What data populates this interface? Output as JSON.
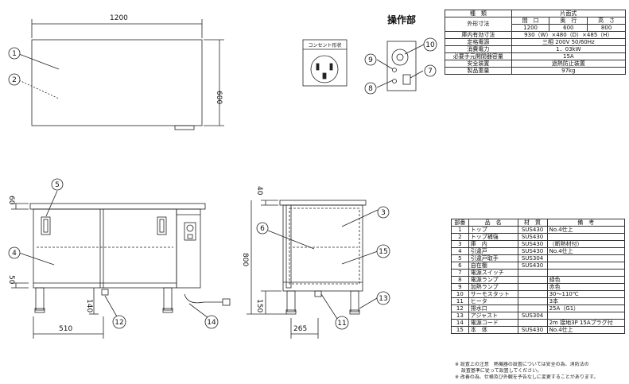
{
  "dimensions": {
    "top_width": "1200",
    "top_depth": "600",
    "front_h_top": "60",
    "front_h_bottom": "50",
    "front_leg_gap": "140",
    "front_width_part": "510",
    "side_h_top": "40",
    "side_total": "800",
    "side_leg_h": "150",
    "side_depth_part": "265"
  },
  "callouts": [
    "1",
    "2",
    "3",
    "4",
    "5",
    "6",
    "7",
    "8",
    "9",
    "10",
    "11",
    "12",
    "13",
    "14",
    "15"
  ],
  "operation_panel": {
    "title": "操作部",
    "outlet_label": "コンセント形状"
  },
  "spec_table": {
    "header_type": "種　類",
    "header_value": "片面式",
    "outer_dim_label": "外形寸法",
    "col_w": "間　口",
    "col_d": "奥　行",
    "col_h": "高　さ",
    "val_w": "1200",
    "val_d": "600",
    "val_h": "800",
    "rows": [
      {
        "label": "庫内有効寸法",
        "value": "930（W）×480（D）×485（H）"
      },
      {
        "label": "定格電源",
        "value": "三相 200V 50/60Hz"
      },
      {
        "label": "消費電力",
        "value": "1．03kW"
      },
      {
        "label": "必要手元開閉器容量",
        "value": "15A"
      },
      {
        "label": "安全装置",
        "value": "過熱防止装置"
      },
      {
        "label": "製品重量",
        "value": "97kg"
      }
    ]
  },
  "parts_table": {
    "headers": {
      "no": "部番",
      "name": "品　名",
      "material": "材　質",
      "note": "備　考"
    },
    "rows": [
      {
        "no": "1",
        "name": "トップ",
        "material": "SUS430",
        "note": "No.4仕上"
      },
      {
        "no": "2",
        "name": "トップ補強",
        "material": "SUS430",
        "note": ""
      },
      {
        "no": "3",
        "name": "庫　内",
        "material": "SUS430",
        "note": "（断熱材付）"
      },
      {
        "no": "4",
        "name": "引違戸",
        "material": "SUS430",
        "note": "No.4仕上"
      },
      {
        "no": "5",
        "name": "引違戸取手",
        "material": "SUS304",
        "note": ""
      },
      {
        "no": "6",
        "name": "自在棚",
        "material": "SUS430",
        "note": ""
      },
      {
        "no": "7",
        "name": "電源スイッチ",
        "material": "",
        "note": ""
      },
      {
        "no": "8",
        "name": "電源ランプ",
        "material": "",
        "note": "緑色"
      },
      {
        "no": "9",
        "name": "加熱ランプ",
        "material": "",
        "note": "赤色"
      },
      {
        "no": "10",
        "name": "サーモスタット",
        "material": "",
        "note": "30～110℃"
      },
      {
        "no": "11",
        "name": "ヒータ",
        "material": "",
        "note": "3本"
      },
      {
        "no": "12",
        "name": "排水口",
        "material": "",
        "note": "25A（G1）"
      },
      {
        "no": "13",
        "name": "アジャスト",
        "material": "SUS304",
        "note": ""
      },
      {
        "no": "14",
        "name": "電源コード",
        "material": "",
        "note": "2m 接地3P 15Aプラグ付"
      },
      {
        "no": "15",
        "name": "本　体",
        "material": "SUS430",
        "note": "No.4仕上"
      }
    ]
  },
  "notes": [
    "※ 設置上の注意　熱機器の設置については安全の為、消防法の",
    "　 設置基準に従って設置してください。",
    "※ 改善の為、仕様及び外観を予告なしに変更することがあります。"
  ]
}
